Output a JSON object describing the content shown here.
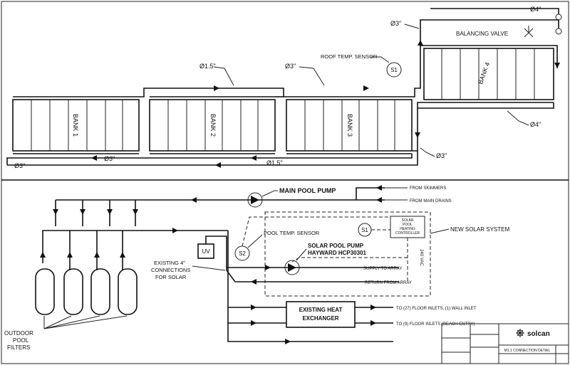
{
  "top": {
    "banks": [
      "BANK 1",
      "BANK 2",
      "BANK 3",
      "BANK 4"
    ],
    "pipes": {
      "d4_top": "Ø4\"",
      "d3_riser": "Ø3\"",
      "d15_top": "Ø1.5\"",
      "d3_top": "Ø3\"",
      "d4_return": "Ø4\"",
      "d3_outlet": "Ø3\"",
      "d3_left": "Ø3\"",
      "d3_mid": "Ø3\"",
      "d15_bottom": "Ø1.5\""
    },
    "balancing_valve": "BALANCING VALVE",
    "roof_sensor_label": "ROOF TEMP. SENSOR",
    "roof_sensor_id": "S1"
  },
  "bottom": {
    "main_pool_pump": "MAIN POOL PUMP",
    "from_skimmers": "FROM SKIMMERS",
    "from_main_drains": "FROM MAIN DRAINS",
    "pool_temp_sensor": "POOL TEMP. SENSOR",
    "controller_lines": [
      "SOLAR",
      "POOL",
      "HEATING",
      "CONTROLLER"
    ],
    "controller_sensor_id": "S1",
    "new_solar_system": "NEW SOLAR SYSTEM",
    "uv": "UV",
    "pool_sensor_id": "S2",
    "solar_pump_line1": "SOLAR POOL PUMP",
    "solar_pump_line2": "HAYWARD HCP30301",
    "existing_connections": [
      "EXISTING 4\"",
      "CONNECTIONS",
      "FOR SOLAR"
    ],
    "supply_to_array": "SUPPLY TO ARRAY",
    "return_from_array": "RETURN FROM ARRAY",
    "vac": "240 VAC",
    "heat_exchanger_lines": [
      "EXISTING HEAT",
      "EXCHANGER"
    ],
    "floor_inlets_1": "TO (27) FLOOR INLETS, (1) WALL INLET",
    "floor_inlets_2": "TO (9) FLOOR INLETS (BEACH ENTRY)",
    "filters_lines": [
      "OUTDOOR",
      "POOL",
      "FILTERS"
    ]
  },
  "title_block": {
    "brand": "solcan",
    "drawing_title": "M1.1 CONNECTION DETAIL"
  }
}
